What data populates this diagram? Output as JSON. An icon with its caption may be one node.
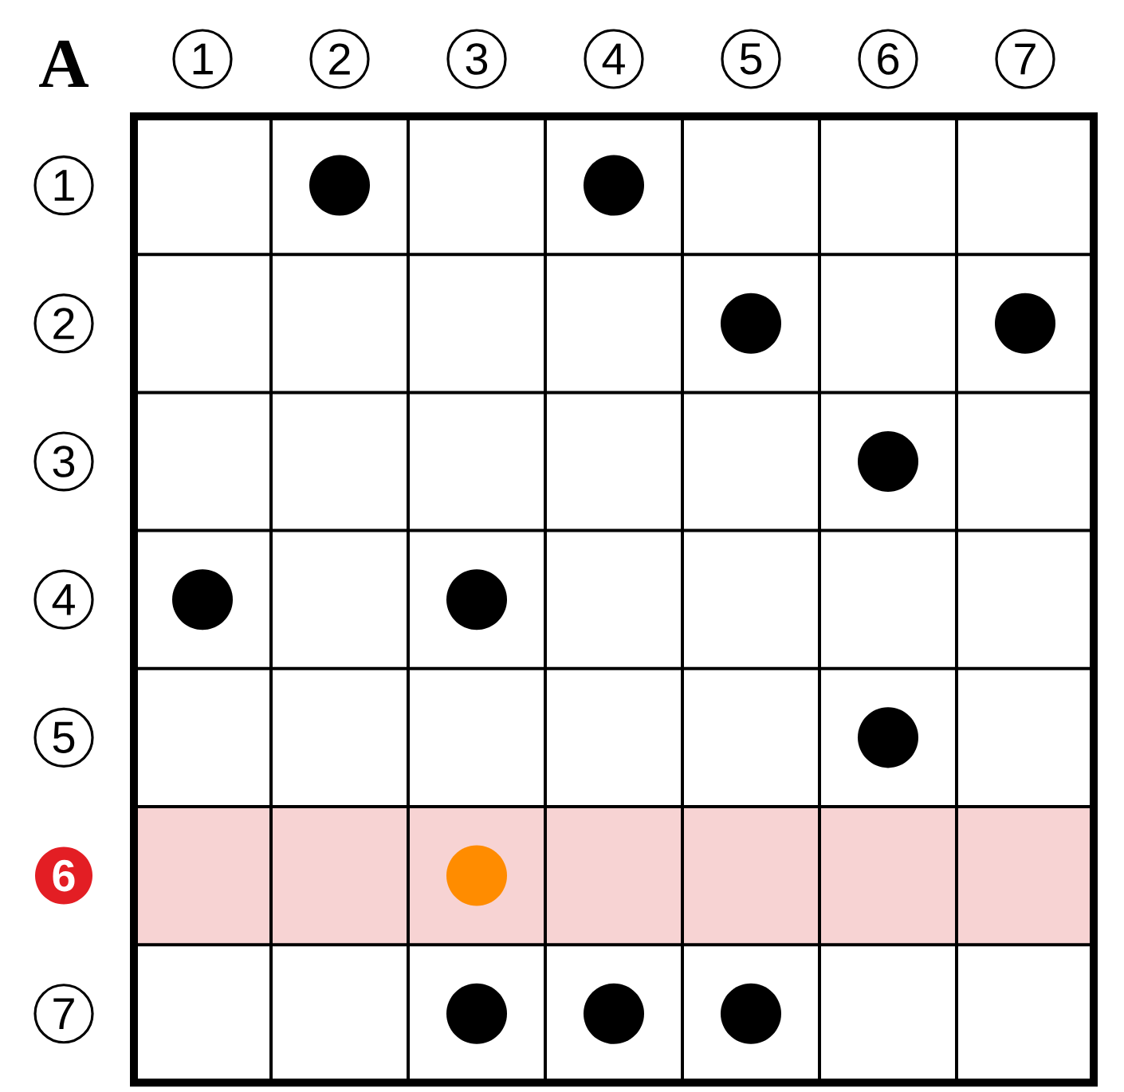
{
  "diagram": {
    "labels": [
      "A",
      "1",
      "2",
      "3",
      "4",
      "5",
      "6",
      "7",
      "1",
      "2",
      "3",
      "4",
      "5",
      "6",
      "7"
    ]
  }
}
